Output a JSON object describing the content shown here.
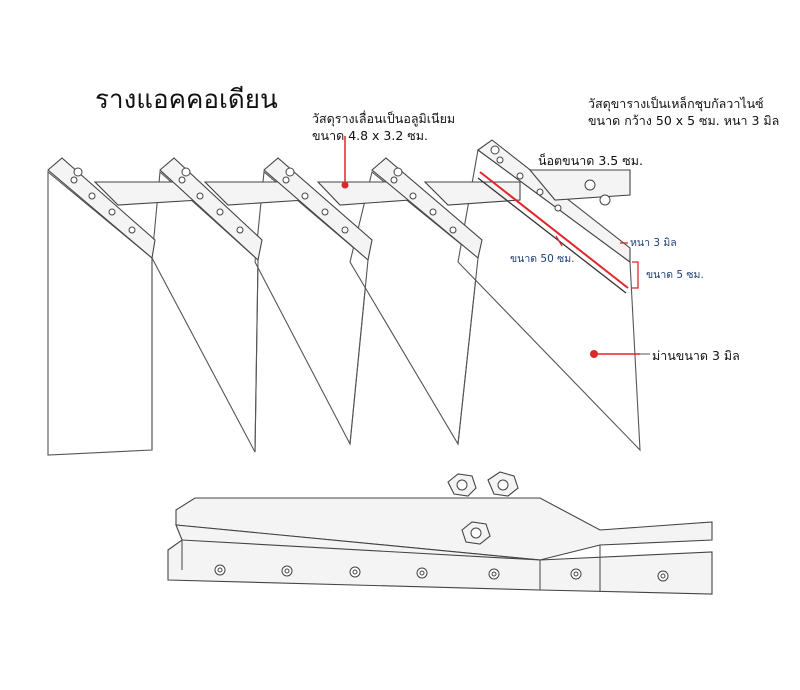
{
  "title": "รางแอคคอเดียน",
  "callouts": {
    "rail_material_line1": "วัสดุรางเลื่อนเป็นอลูมิเนียม",
    "rail_material_line2": "ขนาด 4.8 x 3.2 ซม.",
    "leg_material_line1": "วัสดุขารางเป็นเหล็กชุบกัลวาไนซ์",
    "leg_material_line2": "ขนาด กว้าง 50 x 5 ซม.  หนา 3 มิล",
    "bolt_size": "น็อตขนาด 3.5 ซม.",
    "thickness_3mm": "หนา 3 มิล",
    "width_50cm": "ขนาด 50 ซม.",
    "size_5cm": "ขนาด 5 ซม.",
    "curtain_thickness": "ม่านขนาด 3 มิล"
  },
  "colors": {
    "marker_red": "#e0262a",
    "label_blue": "#1f3f7a",
    "line_gray": "#555555"
  }
}
